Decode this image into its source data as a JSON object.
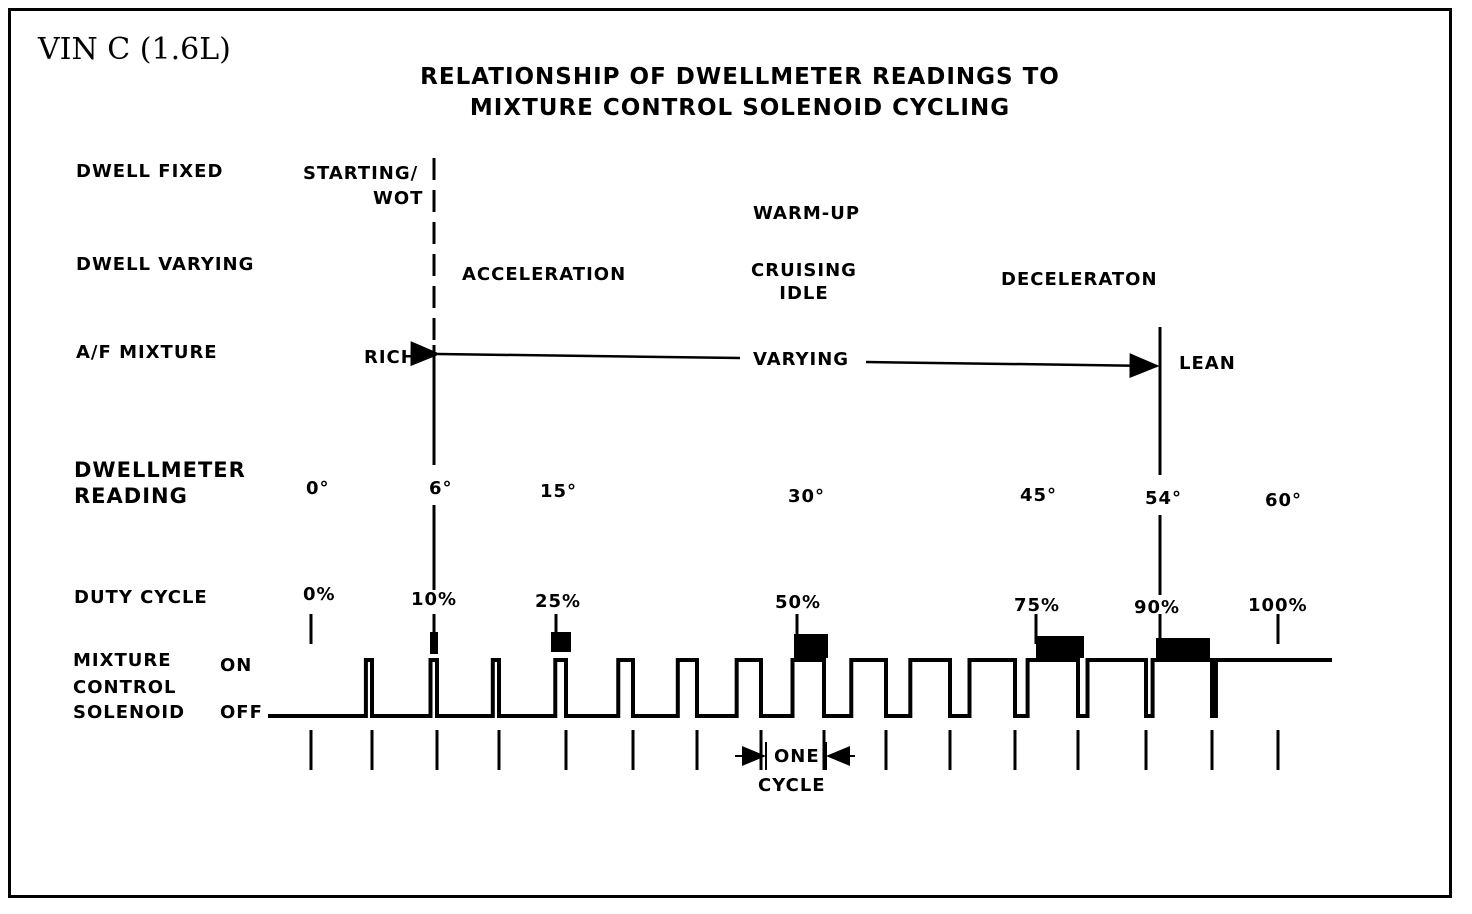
{
  "vin_label": "VIN  C  (1.6L)",
  "title": {
    "line1": "RELATIONSHIP OF DWELLMETER READINGS TO",
    "line2": "MIXTURE CONTROL SOLENOID CYCLING"
  },
  "rows": {
    "dwell_fixed": "DWELL FIXED",
    "dwell_varying": "DWELL VARYING",
    "af_mixture": "A/F MIXTURE",
    "dwellmeter_reading": {
      "line1": "DWELLMETER",
      "line2": "READING"
    },
    "duty_cycle": "DUTY CYCLE",
    "solenoid": {
      "line1": "MIXTURE",
      "line2": "CONTROL",
      "line3": "SOLENOID",
      "on": "ON",
      "off": "OFF"
    }
  },
  "conditions": {
    "starting_wot": {
      "line1": "STARTING/",
      "line2": "WOT"
    },
    "warm_up": "WARM-UP",
    "acceleration": "ACCELERATION",
    "cruising_idle": {
      "line1": "CRUISING",
      "line2": "IDLE"
    },
    "deceleration": "DECELERATON"
  },
  "mixture": {
    "rich": "RICH",
    "varying": "VARYING",
    "lean": "LEAN"
  },
  "dwell_readings": [
    "0°",
    "6°",
    "15°",
    "30°",
    "45°",
    "54°",
    "60°"
  ],
  "duty_cycles": [
    "0%",
    "10%",
    "25%",
    "50%",
    "75%",
    "90%",
    "100%"
  ],
  "one_cycle": {
    "line1": "ONE",
    "line2": "CYCLE"
  }
}
